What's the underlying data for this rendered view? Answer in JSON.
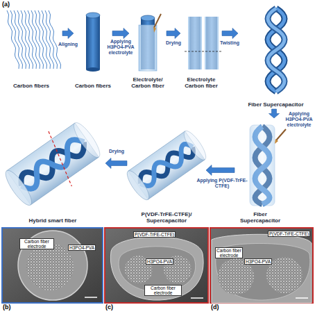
{
  "diagram": {
    "nodes": [
      {
        "text": [
          "Carbon fibers"
        ]
      },
      {
        "text": [
          "Carbon fibers"
        ]
      },
      {
        "text": [
          "Electrolyte/ Carbon fiber"
        ]
      },
      {
        "text": [
          "Electrolyte Carbon fiber"
        ]
      },
      {
        "text": [
          "Fiber Supercapacitor"
        ]
      },
      {
        "text": [
          "Fiber Supercapacitor"
        ]
      },
      {
        "text": [
          "P(VDF-TrFE-CTFE)/ Supercapacitor"
        ]
      },
      {
        "text": [
          "Hybrid smart fiber"
        ]
      }
    ],
    "edges": [
      {
        "from": 0,
        "to": 1,
        "arrow": "to",
        "label": "Aligning"
      },
      {
        "from": 1,
        "to": 2,
        "arrow": "to",
        "label": "Applying H3PO4-PVA electrolyte"
      },
      {
        "from": 2,
        "to": 3,
        "arrow": "to",
        "label": "Drying"
      },
      {
        "from": 3,
        "to": 4,
        "arrow": "to",
        "label": "Twisting"
      },
      {
        "from": 4,
        "to": 5,
        "arrow": "to",
        "label": "Applying H3PO4-PVA electrolyte"
      },
      {
        "from": 5,
        "to": 6,
        "arrow": "to",
        "label": "Applying P(VDF-TrFE-CTFE)"
      },
      {
        "from": 6,
        "to": 7,
        "arrow": "to",
        "label": "Drying"
      }
    ],
    "labels": [
      "(a)",
      "(b)",
      "Carbon fiber electrode",
      "H3PO4-PVA",
      "(c)",
      "P(VDF-TrFE-CTFE)",
      "H3PO4-PVA",
      "Carbon fiber electrode",
      "(d)",
      "P(VDF-TrFE-CTFE)",
      "H3PO4-PVA",
      "Carbon fiber electrode"
    ]
  }
}
